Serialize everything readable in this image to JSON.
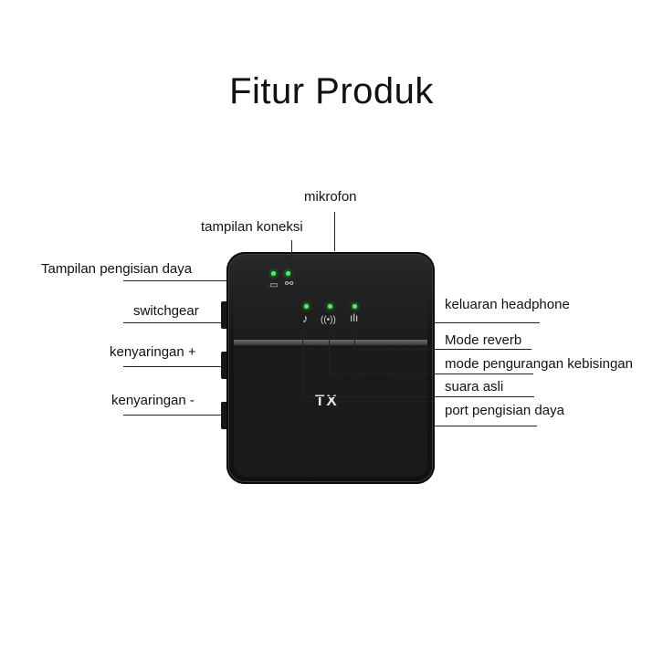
{
  "title": "Fitur Produk",
  "device_label": "TX",
  "labels": {
    "mikrofon": "mikrofon",
    "tampilan_koneksi": "tampilan koneksi",
    "tampilan_pengisian_daya": "Tampilan pengisian daya",
    "switchgear": "switchgear",
    "kenyaringan_plus": "kenyaringan +",
    "kenyaringan_minus": "kenyaringan -",
    "keluaran_headphone": "keluaran headphone",
    "mode_reverb": "Mode reverb",
    "mode_pengurangan_kebisingan": "mode pengurangan kebisingan",
    "suara_asli": "suara asli",
    "port_pengisian_daya": "port pengisian daya"
  },
  "colors": {
    "led": "#3cff5a",
    "device_body": "#141414"
  },
  "icons": [
    "battery-icon",
    "link-icon",
    "music-note-icon",
    "broadcast-icon",
    "waveform-icon"
  ]
}
